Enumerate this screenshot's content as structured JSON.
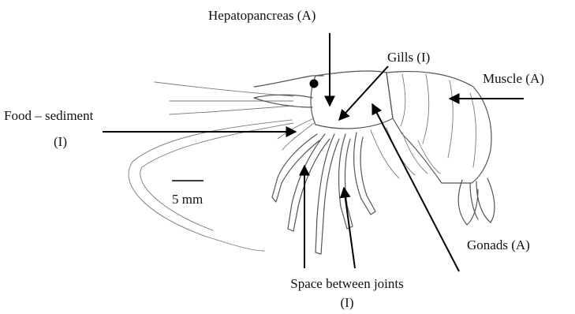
{
  "labels": {
    "hepatopancreas": "Hepatopancreas (A)",
    "gills": "Gills (I)",
    "muscle": "Muscle (A)",
    "food_line1": "Food – sediment",
    "food_line2": "(I)",
    "gonads": "Gonads (A)",
    "space_line1": "Space between joints",
    "space_line2": "(I)",
    "scale": "5 mm"
  },
  "colors": {
    "arrow": "#000000",
    "outline": "#555555",
    "eye": "#000000",
    "background": "#ffffff"
  }
}
